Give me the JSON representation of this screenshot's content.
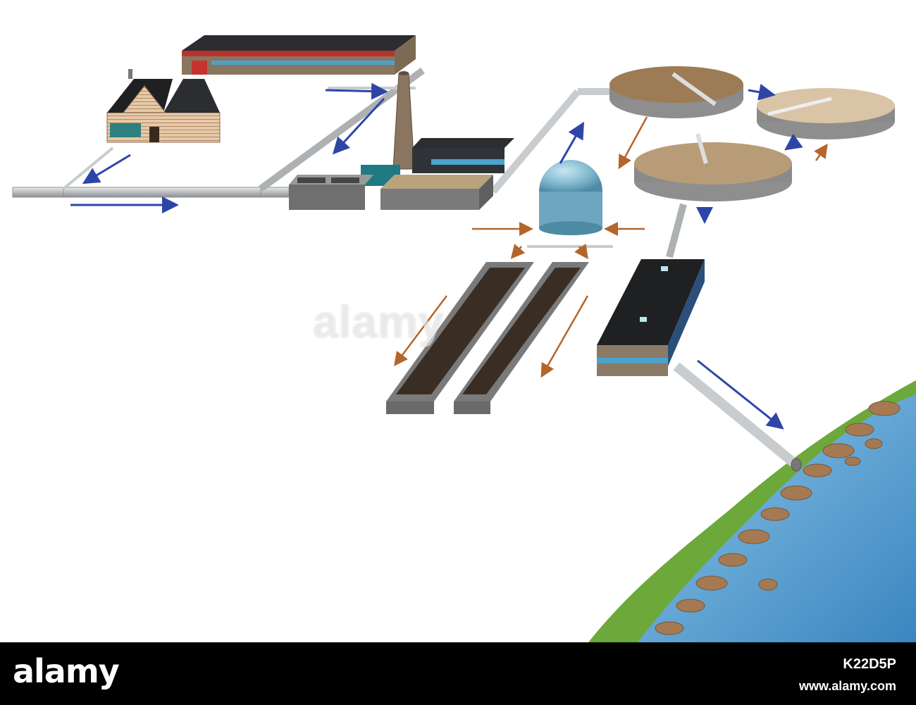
{
  "watermark": {
    "text": "alamy"
  },
  "footer": {
    "logo_text": "alamy",
    "image_id": "K22D5P",
    "url": "www.alamy.com"
  },
  "colors": {
    "flow_wastewater": "#2e45a8",
    "flow_sludge": "#b5652a",
    "pipe": "#c9ccce",
    "water": "#4a97cc",
    "grass": "#6ca83a",
    "rocks": "#a57a52",
    "roof": "#2a2c30",
    "concrete": "#8c8c8c",
    "sediment": "#a58862",
    "digester": "#7fb7cf",
    "footer_bg": "#000000"
  },
  "icons": {
    "house": "house-icon",
    "factory": "factory-icon",
    "chimney": "chimney-icon",
    "digester": "digester-dome-icon",
    "flow_arrow": "arrow-icon"
  }
}
